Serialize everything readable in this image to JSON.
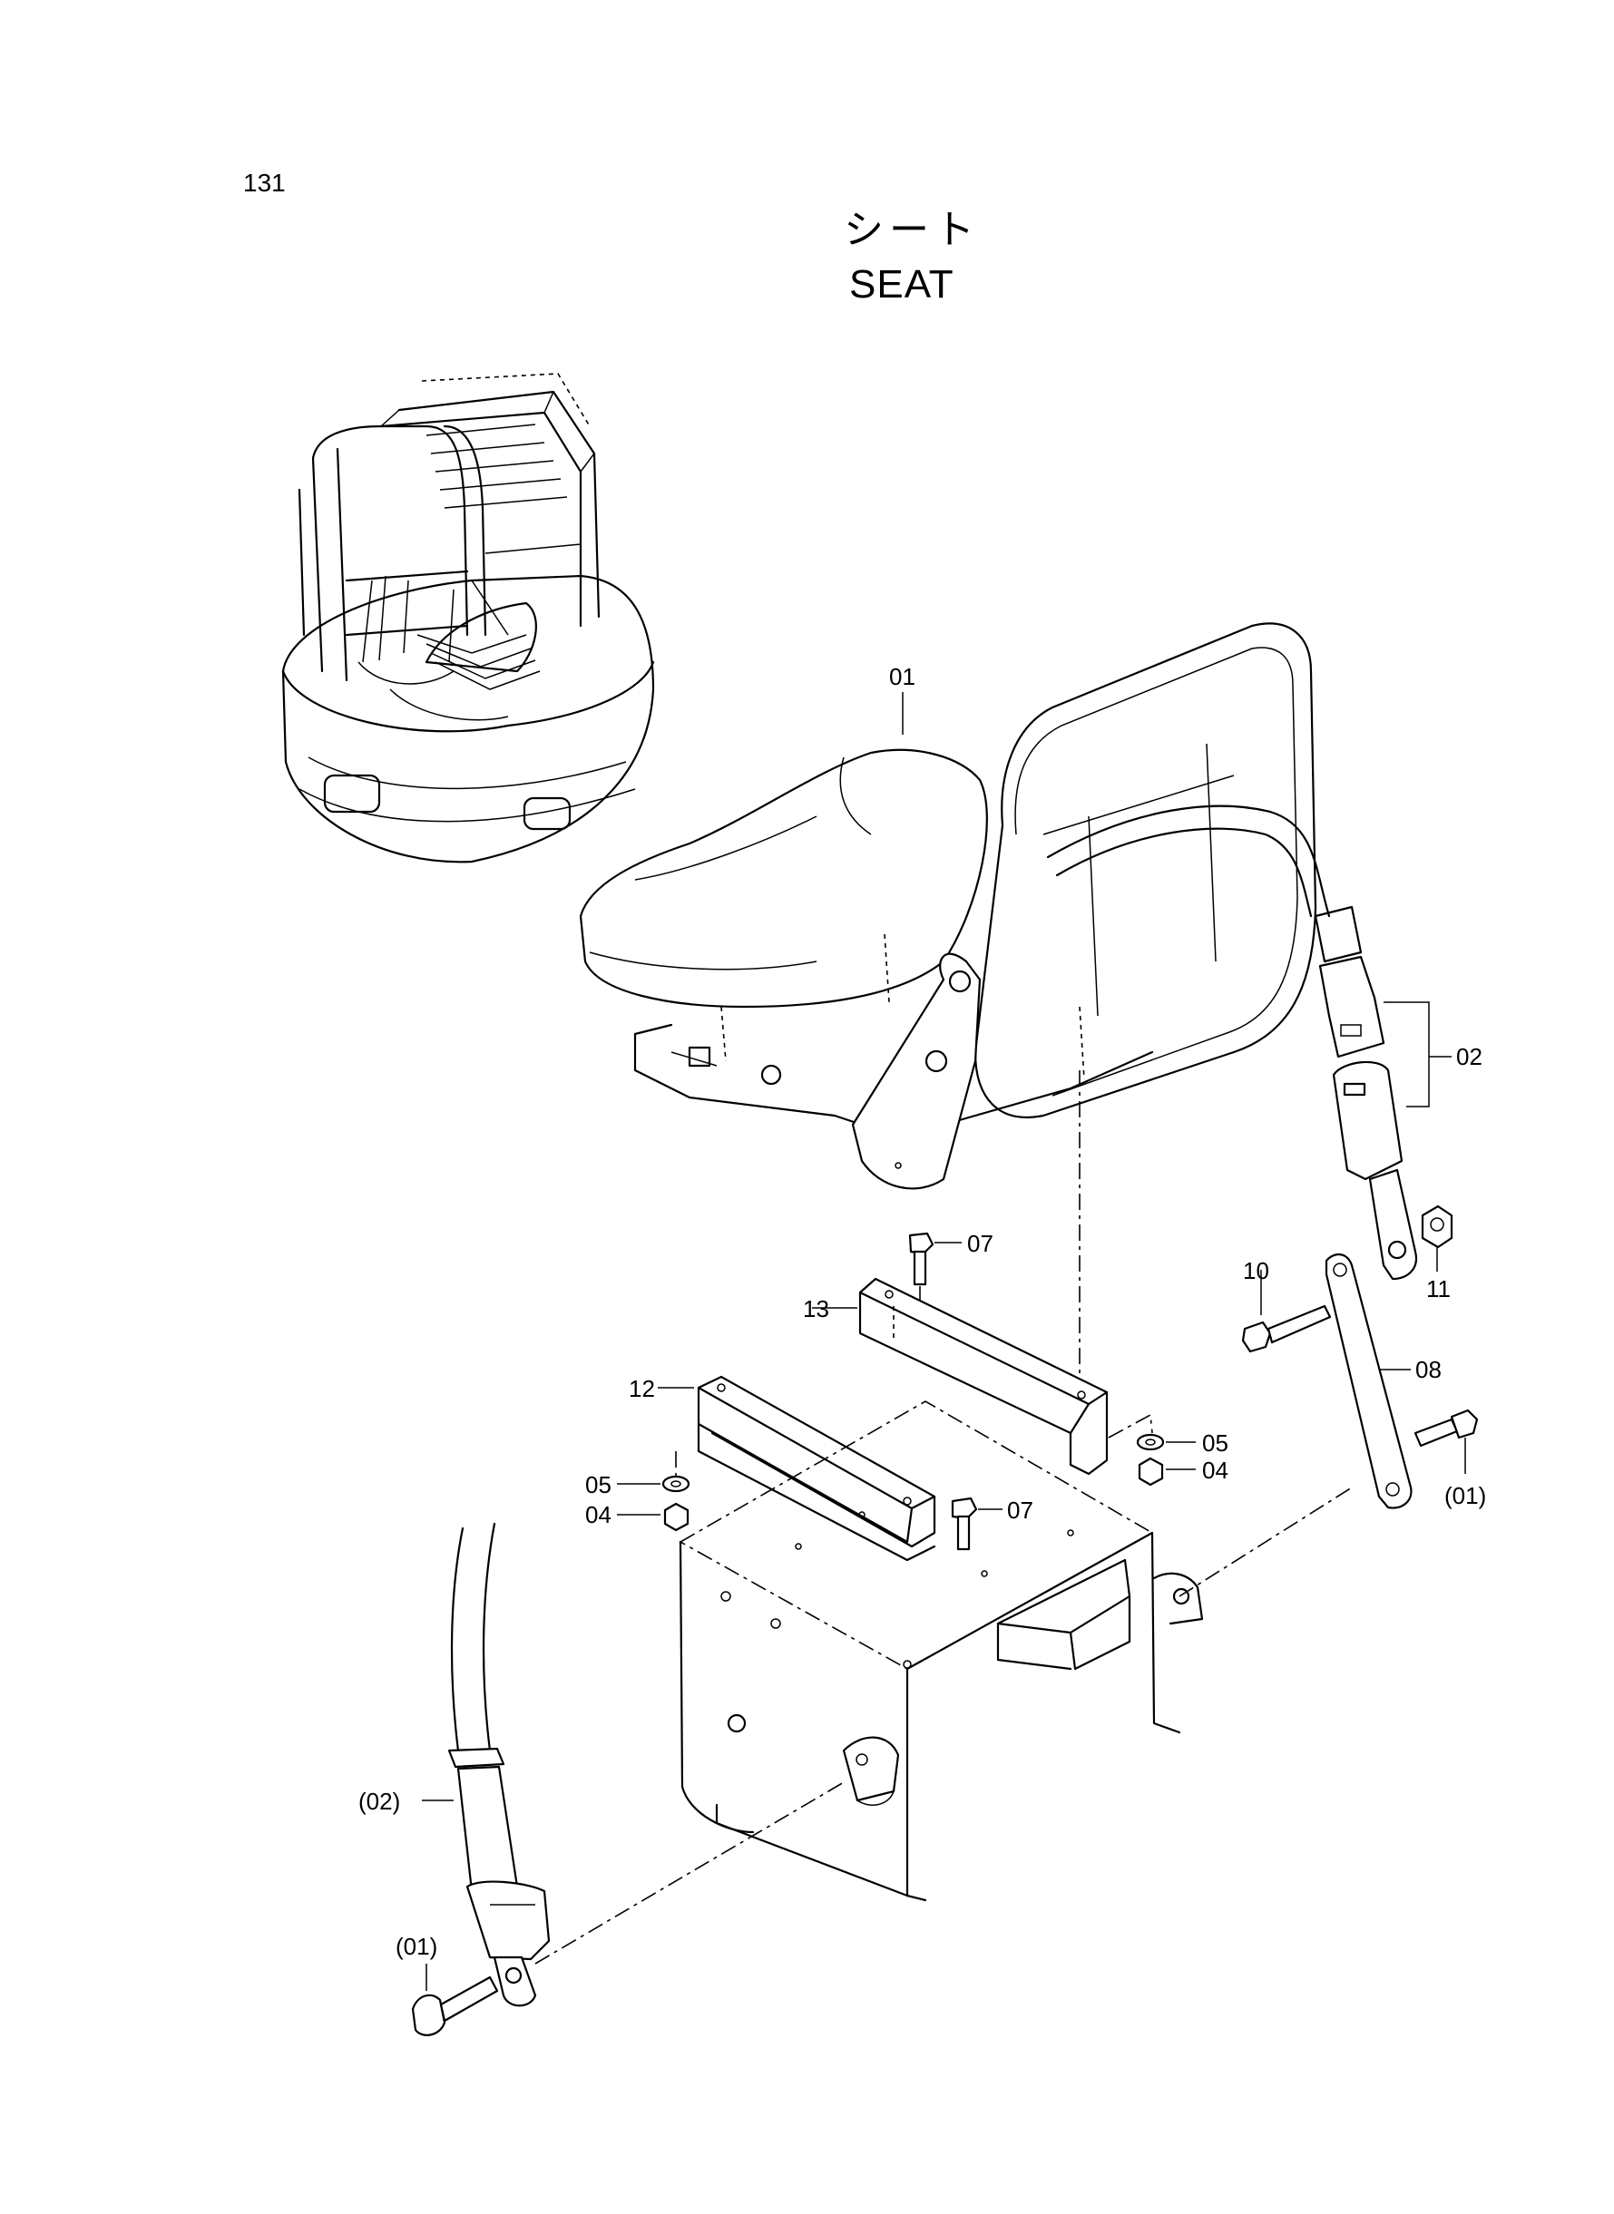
{
  "page_number": "131",
  "title_jp": "シート",
  "title_en": "SEAT",
  "callouts": {
    "c01": "01",
    "c02": "02",
    "c07a": "07",
    "c07b": "07",
    "c13": "13",
    "c12": "12",
    "c05a": "05",
    "c04a": "04",
    "c05b": "05",
    "c04b": "04",
    "c10": "10",
    "c11": "11",
    "c08": "08",
    "c01p_right": "(01)",
    "c02p": "(02)",
    "c01p_left": "(01)"
  }
}
